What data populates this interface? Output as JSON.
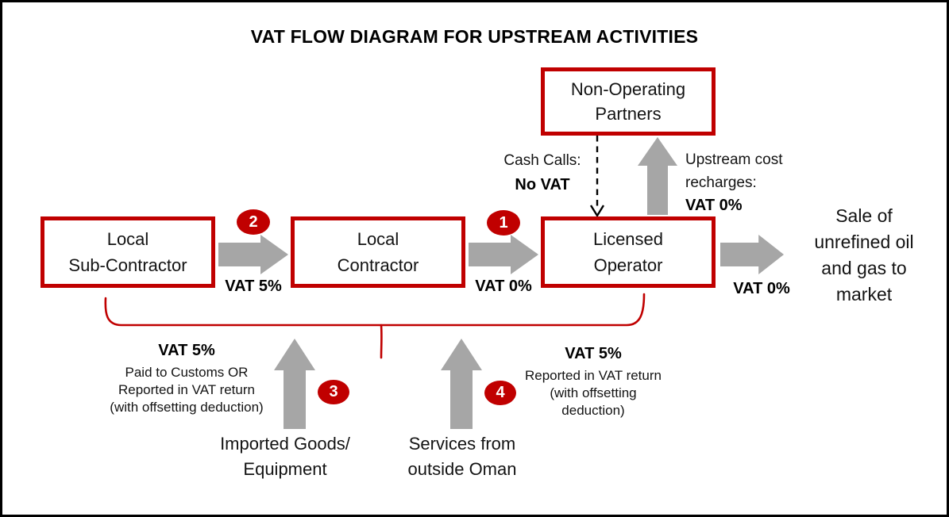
{
  "title": "VAT FLOW DIAGRAM FOR UPSTREAM ACTIVITIES",
  "colors": {
    "accent_red": "#C00000",
    "arrow_gray": "#A6A6A6",
    "text_black": "#131313"
  },
  "boxes": {
    "non_operating_partners": {
      "line1": "Non-Operating",
      "line2": "Partners"
    },
    "local_sub_contractor": {
      "line1": "Local",
      "line2": "Sub-Contractor"
    },
    "local_contractor": {
      "line1": "Local",
      "line2": "Contractor"
    },
    "licensed_operator": {
      "line1": "Licensed",
      "line2": "Operator"
    }
  },
  "flows": {
    "sub_to_contractor": {
      "badge": "2",
      "vat_label": "VAT 5%"
    },
    "contractor_to_operator": {
      "badge": "1",
      "vat_label": "VAT 0%"
    },
    "operator_to_market": {
      "vat_label": "VAT 0%",
      "dest_line1": "Sale of",
      "dest_line2": "unrefined oil",
      "dest_line3": "and gas to",
      "dest_line4": "market"
    },
    "cash_calls": {
      "line1": "Cash Calls:",
      "line2": "No VAT"
    },
    "upstream_recharges": {
      "line1": "Upstream cost",
      "line2": "recharges:",
      "line3": "VAT 0%"
    },
    "imported_goods": {
      "badge": "3",
      "vat_label": "VAT 5%",
      "note_line1": "Paid to Customs OR",
      "note_line2": "Reported in VAT return",
      "note_line3": "(with offsetting deduction)",
      "source_line1": "Imported Goods/",
      "source_line2": "Equipment"
    },
    "foreign_services": {
      "badge": "4",
      "vat_label": "VAT 5%",
      "note_line1": "Reported in VAT return",
      "note_line2": "(with offsetting",
      "note_line3": "deduction)",
      "source_line1": "Services from",
      "source_line2": "outside Oman"
    }
  }
}
